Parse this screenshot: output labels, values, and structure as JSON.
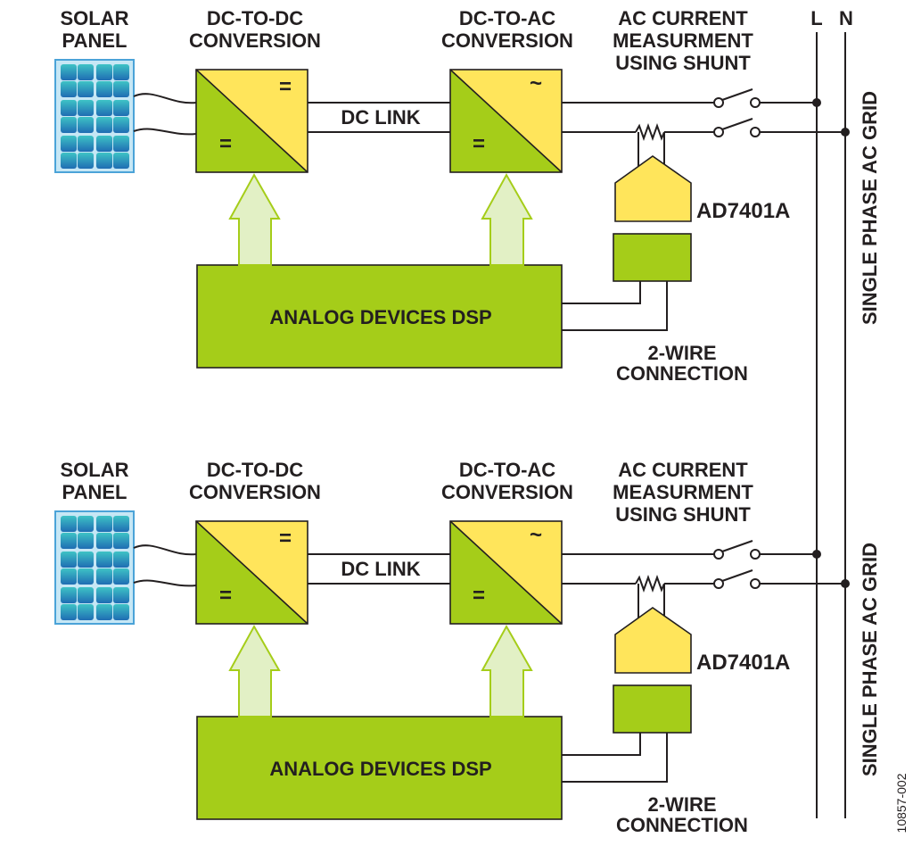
{
  "bus": {
    "L": "L",
    "N": "N"
  },
  "figure_id": "10857-002",
  "stages": [
    {
      "solar_panel": {
        "line1": "SOLAR",
        "line2": "PANEL"
      },
      "dc_dc": {
        "line1": "DC-TO-DC",
        "line2": "CONVERSION",
        "input_symbol": "=",
        "output_symbol": "="
      },
      "dc_link": "DC LINK",
      "dc_ac": {
        "line1": "DC-TO-AC",
        "line2": "CONVERSION",
        "input_symbol": "=",
        "output_symbol": "~"
      },
      "ac_measurement": {
        "line1": "AC CURRENT",
        "line2": "MEASURMENT",
        "line3": "USING SHUNT"
      },
      "isolated_adc": "AD7401A",
      "dsp": "ANALOG DEVICES DSP",
      "two_wire": {
        "line1": "2-WIRE",
        "line2": "CONNECTION"
      },
      "grid": "SINGLE PHASE AC GRID"
    },
    {
      "solar_panel": {
        "line1": "SOLAR",
        "line2": "PANEL"
      },
      "dc_dc": {
        "line1": "DC-TO-DC",
        "line2": "CONVERSION",
        "input_symbol": "=",
        "output_symbol": "="
      },
      "dc_link": "DC LINK",
      "dc_ac": {
        "line1": "DC-TO-AC",
        "line2": "CONVERSION",
        "input_symbol": "=",
        "output_symbol": "~"
      },
      "ac_measurement": {
        "line1": "AC CURRENT",
        "line2": "MEASURMENT",
        "line3": "USING SHUNT"
      },
      "isolated_adc": "AD7401A",
      "dsp": "ANALOG DEVICES DSP",
      "two_wire": {
        "line1": "2-WIRE",
        "line2": "CONNECTION"
      },
      "grid": "SINGLE PHASE AC GRID"
    }
  ],
  "icons": {
    "solar_panel": "solar-panel-icon",
    "switch": "switch-icon",
    "shunt": "shunt-resistor-icon"
  },
  "colors": {
    "converter_yellow": "#ffe55b",
    "block_green": "#a5cd19",
    "arrow_fill": "#e2f0c5",
    "panel_frame": "#c6e7f5",
    "panel_border": "#4ba3d8",
    "cell_top": "#3ec3c6",
    "cell_bottom": "#1f6db3",
    "line": "#231f20"
  }
}
